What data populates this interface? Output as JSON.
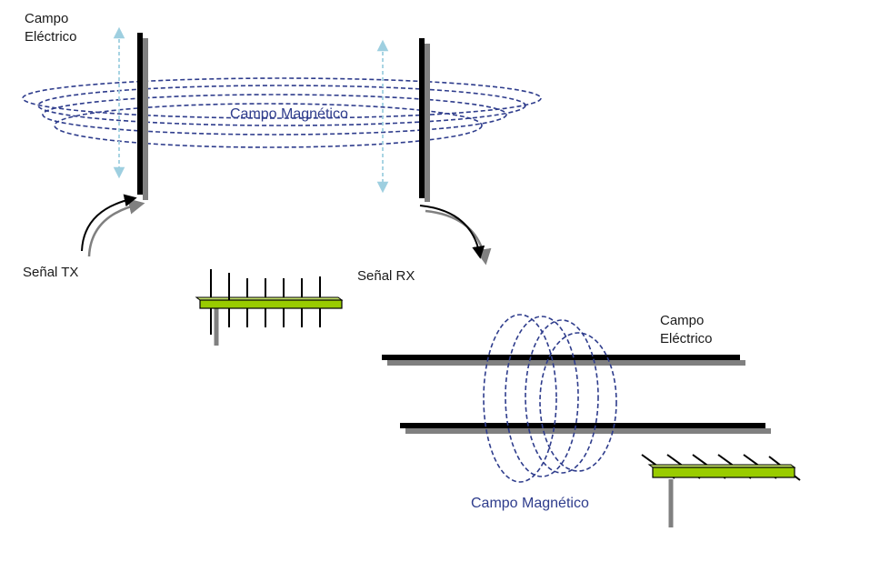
{
  "labels": {
    "top_electric_line1": "Campo",
    "top_electric_line2": "Eléctrico",
    "top_magnetic": "Campo Magnético",
    "tx_signal": "Señal TX",
    "rx_signal": "Señal RX",
    "bottom_electric_line1": "Campo",
    "bottom_electric_line2": "Eléctrico",
    "bottom_magnetic": "Campo Magnético"
  },
  "colors": {
    "conductor": "#000000",
    "shadow": "#808080",
    "magnetic_field": "#2e3c8c",
    "electric_field": "#9ecfe0",
    "antenna_boom": "#99cc00"
  }
}
